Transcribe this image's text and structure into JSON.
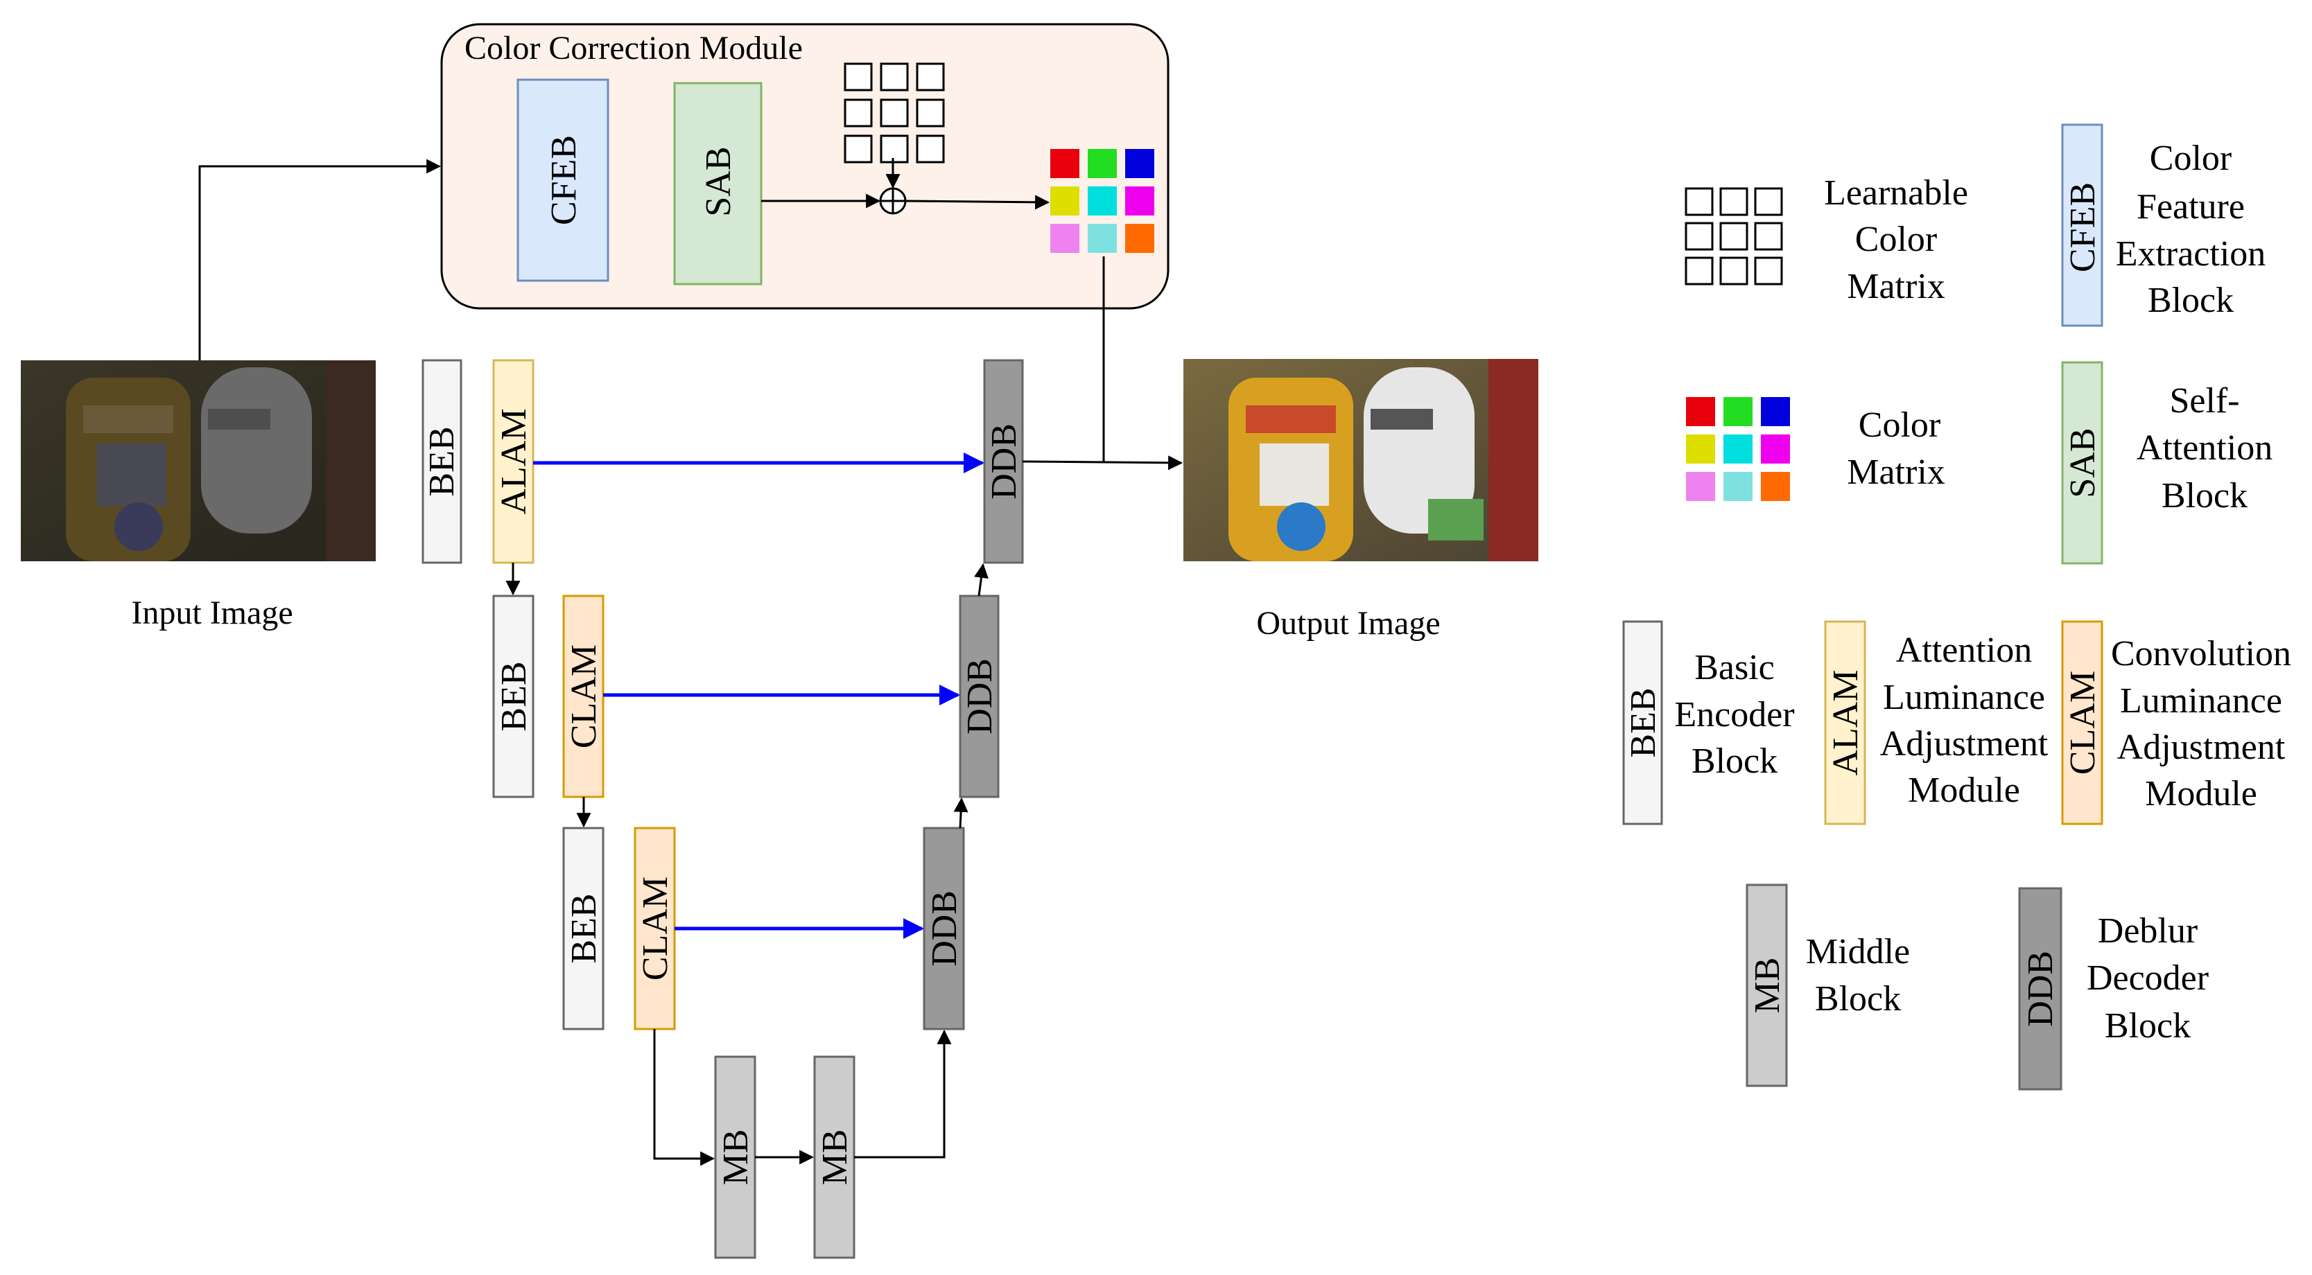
{
  "color_module": {
    "title": "Color Correction Module",
    "cfeb": "CFEB",
    "sab": "SAB"
  },
  "images": {
    "input_label": "Input Image",
    "output_label": "Output Image"
  },
  "blocks": {
    "beb": "BEB",
    "alam": "ALAM",
    "clam": "CLAM",
    "ddb": "DDB",
    "mb": "MB"
  },
  "legend": {
    "learnable_matrix": [
      "Learnable",
      "Color",
      "Matrix"
    ],
    "color_matrix": [
      "Color",
      "Matrix"
    ],
    "cfeb": [
      "Color",
      "Feature",
      "Extraction",
      "Block"
    ],
    "sab": [
      "Self-",
      "Attention",
      "Block"
    ],
    "beb": [
      "Basic",
      "Encoder",
      "Block"
    ],
    "alam": [
      "Attention",
      "Luminance",
      "Adjustment",
      "Module"
    ],
    "clam": [
      "Convolution",
      "Luminance",
      "Adjustment",
      "Module"
    ],
    "mb": [
      "Middle",
      "Block"
    ],
    "ddb": [
      "Deblur",
      "Decoder",
      "Block"
    ]
  },
  "colors": {
    "cfeb_fill": "#dae8fc",
    "cfeb_stroke": "#6c8ebf",
    "sab_fill": "#d5e8d4",
    "sab_stroke": "#82b366",
    "alam_fill": "#fff2cc",
    "alam_stroke": "#d6b656",
    "clam_fill": "#ffe6cc",
    "clam_stroke": "#d79b00",
    "beb_fill": "#f5f5f5",
    "beb_stroke": "#666666",
    "mb_fill": "#cccccc",
    "ddb_fill": "#999999",
    "module_fill": "#fdf1ea",
    "skip_arrow": "#0000ff"
  },
  "color_matrix_swatches": [
    "#e8000b",
    "#22dd22",
    "#0000dd",
    "#dede00",
    "#00dede",
    "#ee00ee",
    "#ee82ee",
    "#7fe0e0",
    "#ff6a00"
  ]
}
